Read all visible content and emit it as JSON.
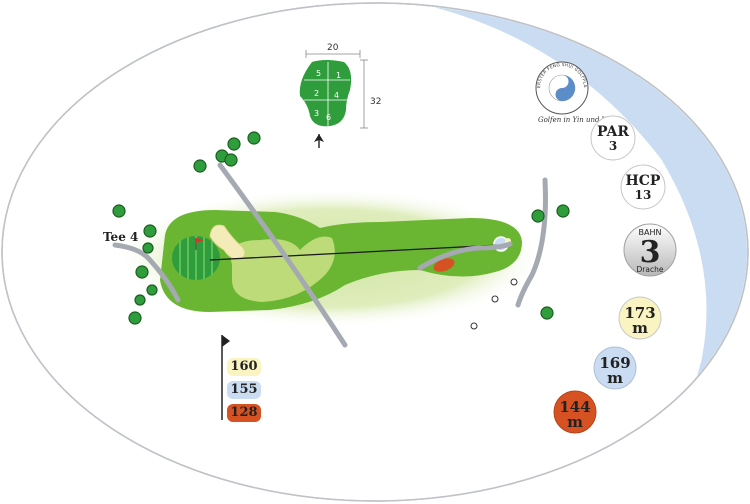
{
  "hole": {
    "tee_label": "Tee 4",
    "par_label": "PAR",
    "par_value": "3",
    "hcp_label": "HCP",
    "hcp_value": "13",
    "bahn_label": "BAHN",
    "bahn_number": "3",
    "bahn_name": "Drache"
  },
  "distances": [
    {
      "value": "173",
      "unit": "m",
      "color": "#faf3c2"
    },
    {
      "value": "169",
      "unit": "m",
      "color": "#c9dcf2"
    },
    {
      "value": "144",
      "unit": "m",
      "color": "#d75222"
    }
  ],
  "tee_markers": [
    {
      "value": "160",
      "color": "#faf3c2"
    },
    {
      "value": "155",
      "color": "#c9dcf2"
    },
    {
      "value": "128",
      "color": "#d75222"
    }
  ],
  "green_diagram": {
    "width_label": "20",
    "depth_label": "32",
    "sectors": [
      "5",
      "1",
      "2",
      "4",
      "3",
      "6"
    ]
  },
  "logo": {
    "ring_text": "ERSTER FENG SHUI GOLFPLATZ DEUTSCHLANDS",
    "tagline": "Golfen in Yin und Yang"
  },
  "colors": {
    "fairway": "#6ab632",
    "rough": "#cfe5a0",
    "green": "#2f9d3b",
    "water_band": "#c9dcf2",
    "path": "#a4a9b2",
    "bunker": "#f3ecb8",
    "hazard": "#d75222"
  }
}
